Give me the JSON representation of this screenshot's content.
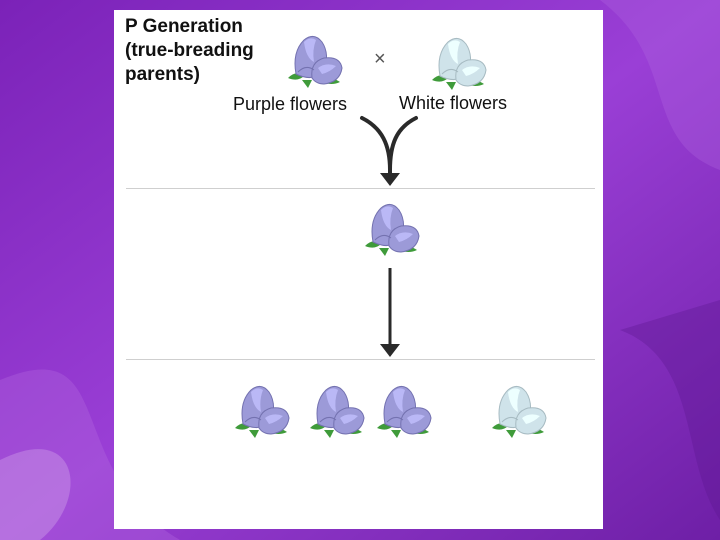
{
  "labels": {
    "generation_title": "P Generation",
    "generation_sub1": "(true-breading",
    "generation_sub2": "parents)",
    "purple_parent": "Purple flowers",
    "white_parent": "White flowers",
    "cross_symbol": "×"
  },
  "flowers": {
    "parents": [
      "purple",
      "white"
    ],
    "f1": [
      "purple"
    ],
    "f2": [
      "purple",
      "purple",
      "purple",
      "white"
    ]
  },
  "colors": {
    "background": "#8a2fc4",
    "purple_petal": "#9c9ad8",
    "white_petal": "#cfe3ea",
    "leaf": "#3f9b3a"
  }
}
